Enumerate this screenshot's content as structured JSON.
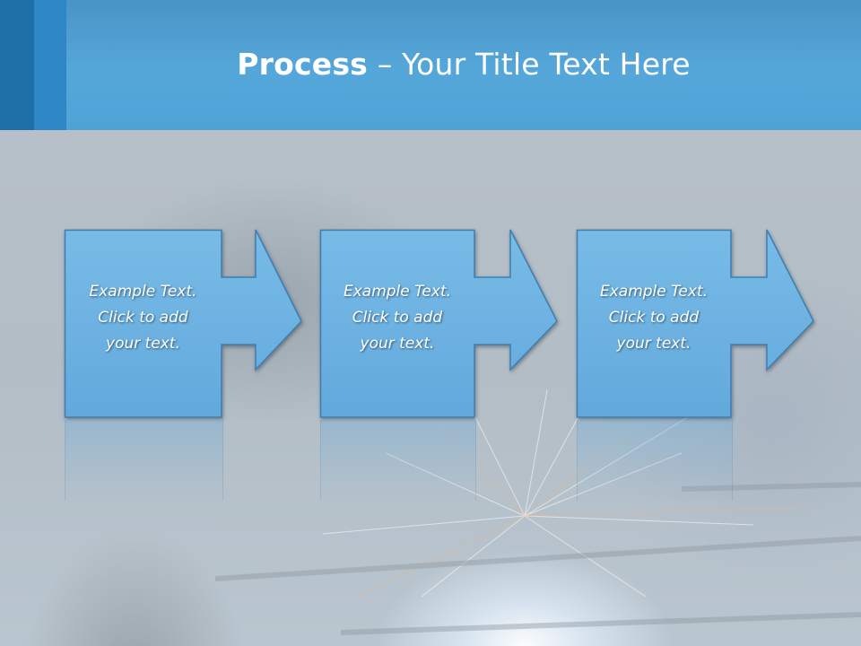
{
  "slide": {
    "title_bold": "Process",
    "title_rest": " – Your Title Text Here",
    "colors": {
      "header": "#55a7da",
      "header_stripe_dark": "#1e6fa8",
      "header_stripe_mid": "#2f86c4",
      "box_fill": "#6fb4e3",
      "box_stroke": "#3d7fb3",
      "text": "#ffffff"
    }
  },
  "steps": [
    {
      "lines": [
        "Example Text.",
        "Click  to add",
        "your text."
      ]
    },
    {
      "lines": [
        "Example Text.",
        "Click  to add",
        "your text."
      ]
    },
    {
      "lines": [
        "Example Text.",
        "Click  to add",
        "your text."
      ]
    }
  ]
}
